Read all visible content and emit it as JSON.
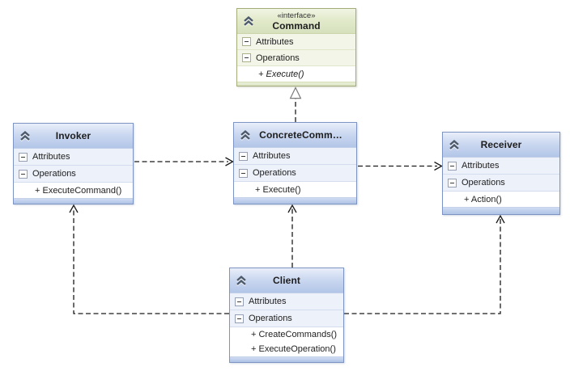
{
  "labels": {
    "attributes": "Attributes",
    "operations": "Operations"
  },
  "icons": {
    "collapse_chevron": "double-chevron-up-icon",
    "section_expander": "minus-box-icon"
  },
  "colors": {
    "class_border": "#7E95C4",
    "class_header": "#C3D2EC",
    "interface_border": "#A4AD7A",
    "interface_header": "#E2EACB",
    "connector": "#1A1A1A"
  },
  "classes": {
    "command": {
      "stereotype": "«interface»",
      "name": "Command",
      "operations": [
        "+ Execute()"
      ]
    },
    "invoker": {
      "name": "Invoker",
      "operations": [
        "+ ExecuteCommand()"
      ]
    },
    "concrete_command": {
      "name": "ConcreteComm…",
      "operations": [
        "+ Execute()"
      ]
    },
    "receiver": {
      "name": "Receiver",
      "operations": [
        "+ Action()"
      ]
    },
    "client": {
      "name": "Client",
      "operations": [
        "+ CreateCommands()",
        "+ ExecuteOperation()"
      ]
    }
  },
  "connectors": [
    {
      "from": "ConcreteCommand",
      "to": "Command",
      "type": "realization"
    },
    {
      "from": "Invoker",
      "to": "ConcreteCommand",
      "type": "dependency"
    },
    {
      "from": "ConcreteCommand",
      "to": "Receiver",
      "type": "dependency"
    },
    {
      "from": "Client",
      "to": "ConcreteCommand",
      "type": "dependency"
    },
    {
      "from": "Client",
      "to": "Invoker",
      "type": "dependency"
    },
    {
      "from": "Client",
      "to": "Receiver",
      "type": "dependency"
    }
  ]
}
